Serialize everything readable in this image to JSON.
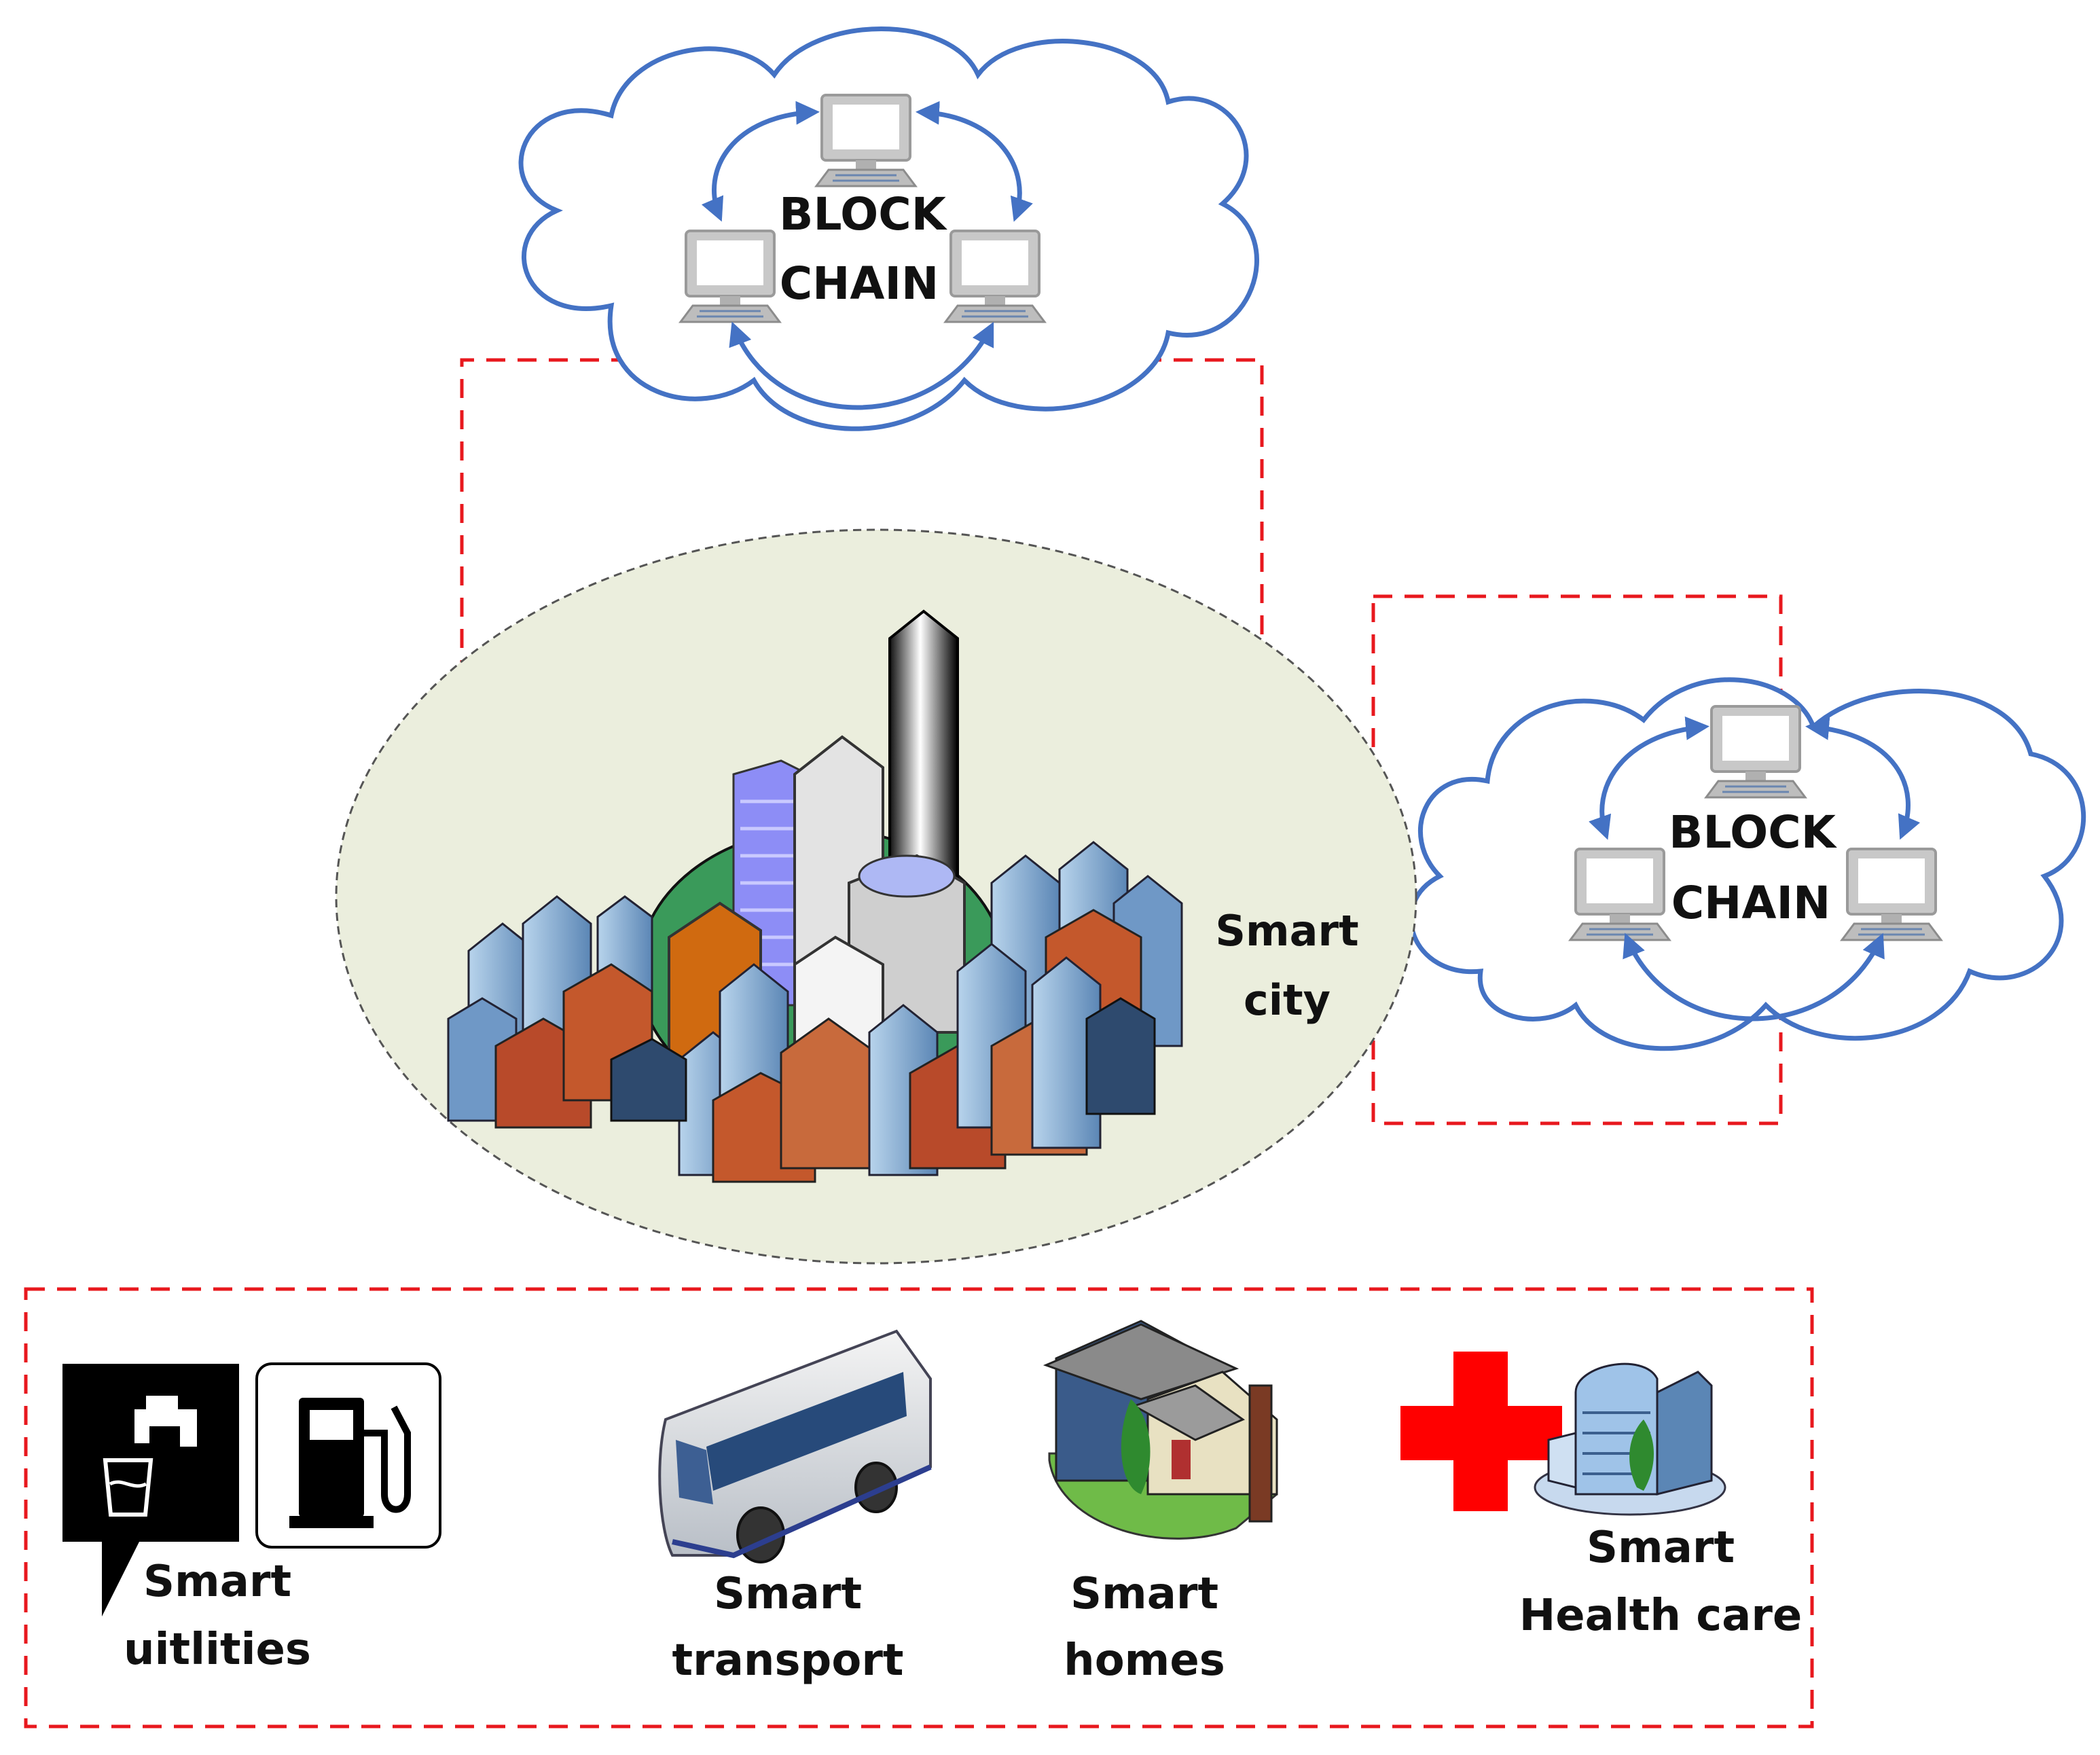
{
  "colors": {
    "cloud_stroke": "#4472c4",
    "arrow": "#4472c4",
    "dashed_box": "#e8181e",
    "city_ellipse": "#ebeedd",
    "cross": "#ff0000"
  },
  "blockchain_top": {
    "line1": "BLOCK",
    "line2": "CHAIN"
  },
  "blockchain_right": {
    "line1": "BLOCK",
    "line2": "CHAIN"
  },
  "smart_city": {
    "line1": "Smart",
    "line2": "city"
  },
  "services": {
    "utilities": {
      "line1": "Smart",
      "line2": "uitlities"
    },
    "transport": {
      "line1": "Smart",
      "line2": "transport"
    },
    "homes": {
      "line1": "Smart",
      "line2": "homes"
    },
    "health": {
      "line1": "Smart",
      "line2": "Health care"
    }
  },
  "icons": [
    "computer-icon",
    "city-skyline-icon",
    "water-tap-icon",
    "fuel-pump-icon",
    "bus-icon",
    "house-icon",
    "red-cross-icon",
    "hospital-icon"
  ]
}
